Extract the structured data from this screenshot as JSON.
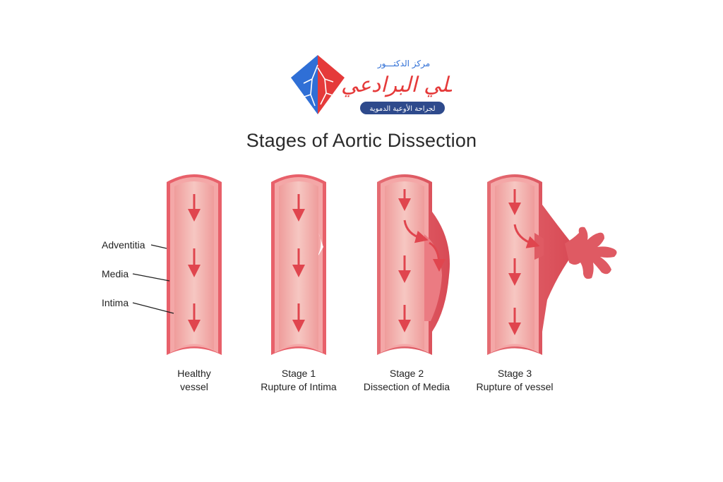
{
  "logo": {
    "line1": "مركز الدكتـــور",
    "line2": "علي البرادعي",
    "line3": "لجراحة الأوعية الدموية",
    "colors": {
      "blue": "#2f6fd6",
      "red": "#e53a3a",
      "navy": "#2e4a8c"
    }
  },
  "title": "Stages of Aortic Dissection",
  "layer_labels": [
    "Adventitia",
    "Media",
    "Intima"
  ],
  "stages": [
    {
      "line1": "Healthy",
      "line2": "vessel"
    },
    {
      "line1": "Stage 1",
      "line2": "Rupture of Intima"
    },
    {
      "line1": "Stage 2",
      "line2": "Dissection of Media"
    },
    {
      "line1": "Stage 3",
      "line2": "Rupture of vessel"
    }
  ],
  "colors": {
    "vessel_outer": "#e8606a",
    "vessel_wall": "#f4a7a7",
    "lumen": "#f3b6b2",
    "arrow": "#e0454e",
    "hematoma": "#df5a63"
  }
}
